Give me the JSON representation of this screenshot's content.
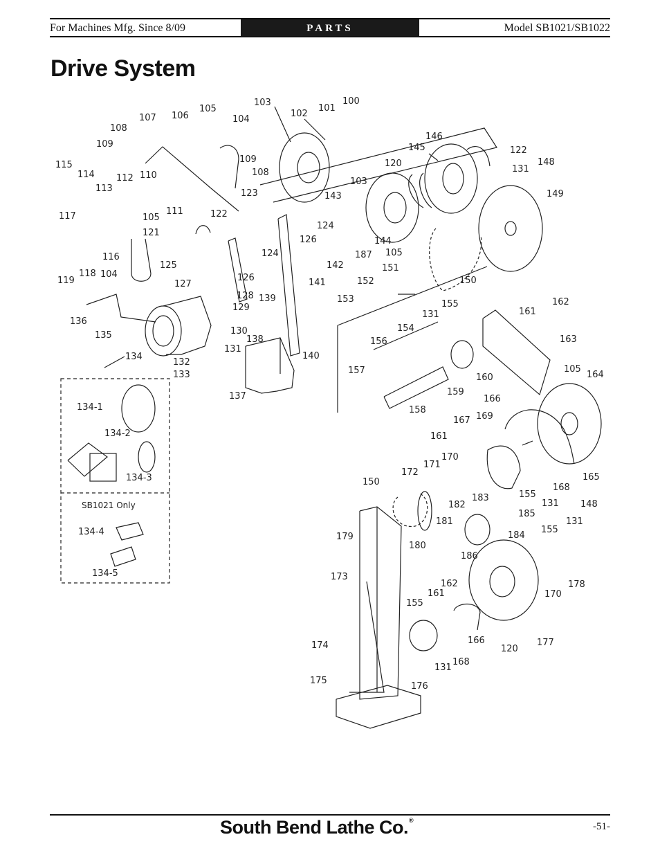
{
  "header": {
    "left": "For Machines Mfg. Since 8/09",
    "center": "PARTS",
    "right": "Model SB1021/SB1022"
  },
  "title": "Drive System",
  "diagram": {
    "labels": [
      "100",
      "101",
      "102",
      "103",
      "104",
      "105",
      "106",
      "107",
      "108",
      "109",
      "110",
      "111",
      "112",
      "113",
      "114",
      "115",
      "116",
      "117",
      "118",
      "119",
      "120",
      "121",
      "122",
      "123",
      "124",
      "125",
      "126",
      "127",
      "128",
      "129",
      "130",
      "131",
      "132",
      "133",
      "134",
      "135",
      "136",
      "137",
      "138",
      "139",
      "140",
      "141",
      "142",
      "143",
      "144",
      "145",
      "146",
      "148",
      "149",
      "150",
      "151",
      "152",
      "153",
      "154",
      "155",
      "156",
      "157",
      "158",
      "159",
      "160",
      "161",
      "162",
      "163",
      "164",
      "165",
      "166",
      "167",
      "168",
      "169",
      "170",
      "171",
      "172",
      "173",
      "174",
      "175",
      "176",
      "177",
      "178",
      "179",
      "180",
      "181",
      "182",
      "183",
      "184",
      "185",
      "186",
      "187"
    ],
    "inset_labels": [
      "134-1",
      "134-2",
      "134-3",
      "134-4",
      "134-5"
    ],
    "inset_note": "SB1021 Only"
  },
  "footer": {
    "brand": "South Bend Lathe Co.",
    "brand_mark": "®",
    "page": "-51-"
  }
}
